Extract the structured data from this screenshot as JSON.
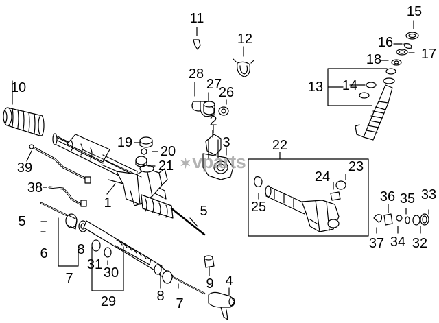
{
  "watermark": {
    "mark": "✶",
    "text": "vparts"
  },
  "callouts": [
    "1",
    "2",
    "3",
    "4",
    "5",
    "5",
    "6",
    "7",
    "7",
    "8",
    "8",
    "9",
    "10",
    "11",
    "12",
    "13",
    "14",
    "15",
    "16",
    "17",
    "18",
    "19",
    "20",
    "21",
    "22",
    "23",
    "24",
    "25",
    "26",
    "27",
    "28",
    "29",
    "30",
    "31",
    "32",
    "33",
    "34",
    "35",
    "36",
    "37",
    "38",
    "39"
  ]
}
